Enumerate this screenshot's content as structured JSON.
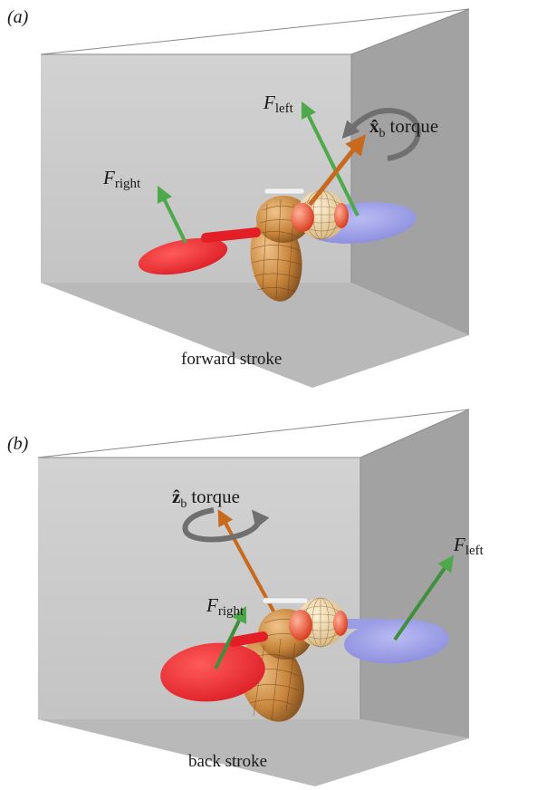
{
  "panels": [
    {
      "letter_open": "(",
      "letter": "a",
      "letter_close": ")",
      "caption": "forward stroke",
      "force_symbol": "F",
      "right_sub": "right",
      "left_sub": "left",
      "torque_axis": "x̂",
      "torque_sub": "b",
      "torque_word": "torque"
    },
    {
      "letter_open": "(",
      "letter": "b",
      "letter_close": ")",
      "caption": "back stroke",
      "force_symbol": "F",
      "right_sub": "right",
      "left_sub": "left",
      "torque_axis": "ẑ",
      "torque_sub": "b",
      "torque_word": "torque"
    }
  ],
  "colors": {
    "back_wall": "#cdcdcd",
    "side_wall": "#a2a2a2",
    "floor": "#b9b9b9",
    "box_edge": "#8a8a8a",
    "right_wing": "#e41e26",
    "left_wing": "#8c8ede",
    "force_arrow": "#4fa84a",
    "torque_axis_arrow": "#c86a1e",
    "torque_arc": "#6f6f6f",
    "body": "#c7853c",
    "eye": "#ee4a2a",
    "head": "#ecd7a8"
  },
  "icons": [
    "curved-torque-arrow-icon"
  ]
}
